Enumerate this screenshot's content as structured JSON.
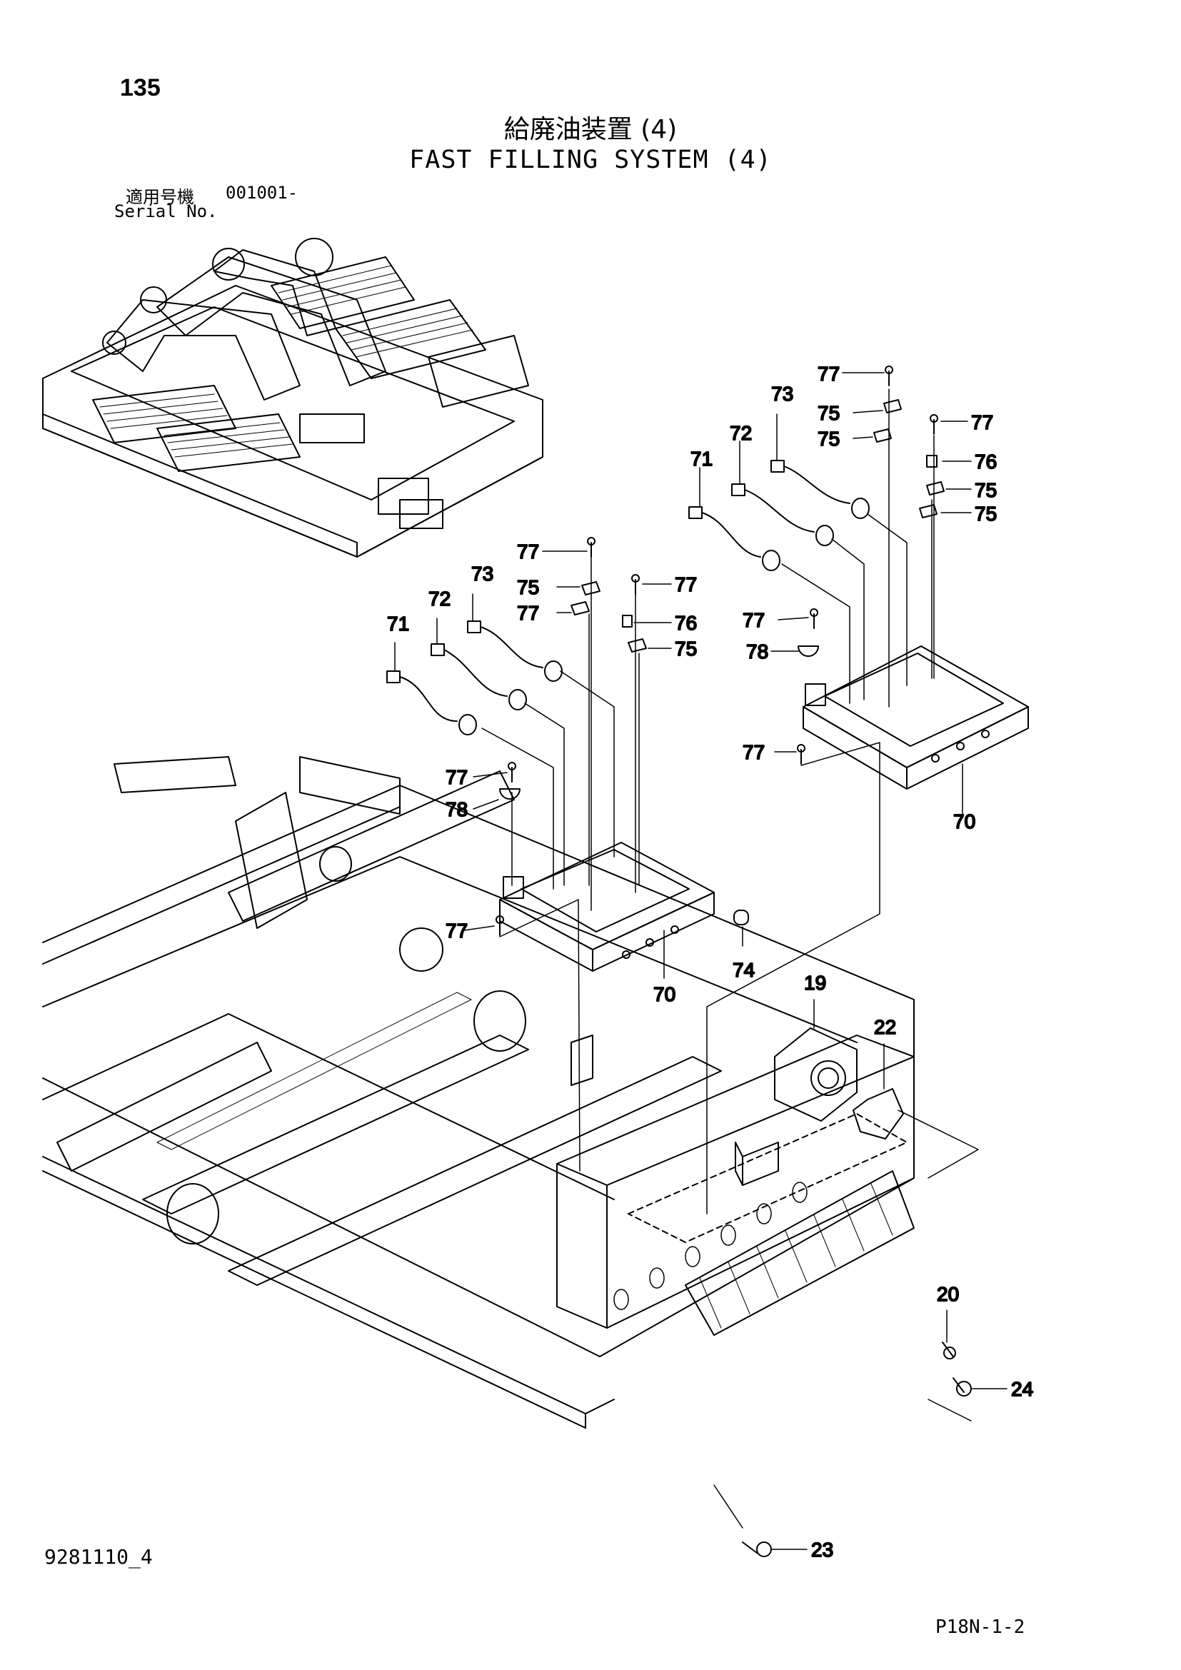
{
  "header": {
    "page_number": "135",
    "title_jp": "給廃油装置 (4)",
    "title_en": "FAST FILLING SYSTEM (4)",
    "serial_label_jp": "適用号機",
    "serial_range": "001001-",
    "serial_label_en": "Serial No."
  },
  "footer": {
    "document_code": "9281110_4",
    "figure_code": "P18N-1-2"
  },
  "callouts": {
    "c19": "19",
    "c20": "20",
    "c22": "22",
    "c23": "23",
    "c24": "24",
    "c70a": "70",
    "c70b": "70",
    "c71a": "71",
    "c71b": "71",
    "c72a": "72",
    "c72b": "72",
    "c73a": "73",
    "c73b": "73",
    "c74": "74",
    "c75a": "75",
    "c75b": "75",
    "c75c": "75",
    "c75d": "75",
    "c75e": "75",
    "c75f": "75",
    "c76a": "76",
    "c76b": "76",
    "c77a": "77",
    "c77b": "77",
    "c77c": "77",
    "c77d": "77",
    "c77e": "77",
    "c77f": "77",
    "c77g": "77",
    "c77h": "77",
    "c77i": "77",
    "c78a": "78",
    "c78b": "78"
  }
}
